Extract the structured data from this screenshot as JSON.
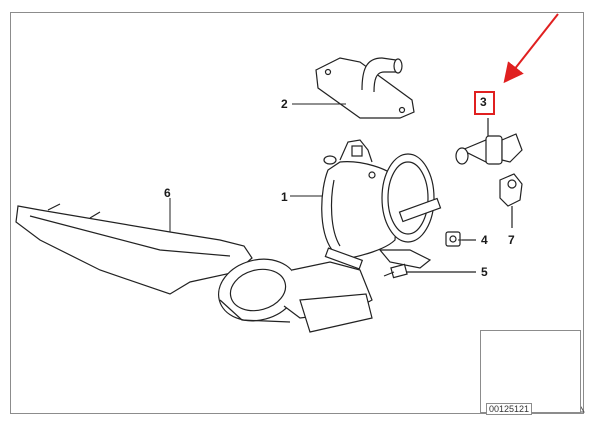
{
  "callouts": [
    {
      "id": "1",
      "text": "1"
    },
    {
      "id": "2",
      "text": "2"
    },
    {
      "id": "3",
      "text": "3"
    },
    {
      "id": "4",
      "text": "4"
    },
    {
      "id": "5",
      "text": "5"
    },
    {
      "id": "6",
      "text": "6"
    },
    {
      "id": "7",
      "text": "7"
    }
  ],
  "reference_code": "00125121",
  "highlight_color": "#e02020",
  "highlighted_part": "3",
  "icons": {
    "corner": "triangle-warning-icon",
    "pointer": "red-arrow-icon"
  }
}
